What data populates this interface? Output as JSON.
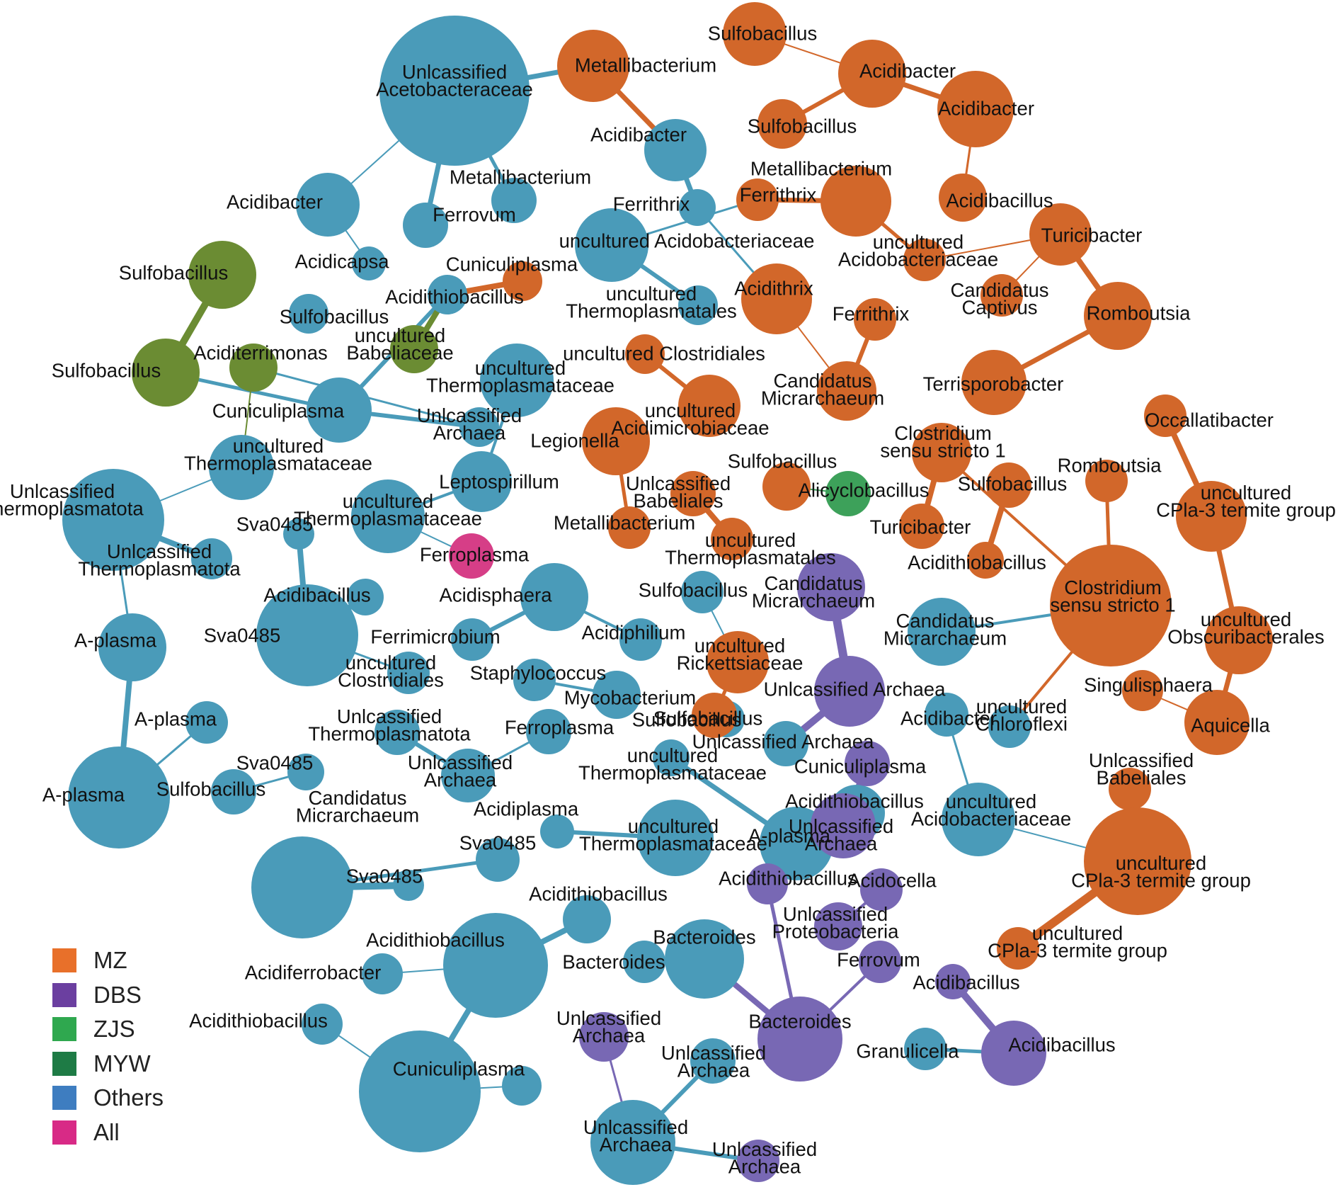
{
  "groups": {
    "MZ": {
      "label": "MZ",
      "color": "#D2672A"
    },
    "DBS": {
      "label": "DBS",
      "color": "#7868B4"
    },
    "ZJS": {
      "label": "ZJS",
      "color": "#3DA15A"
    },
    "MYW": {
      "label": "MYW",
      "color": "#6B8C33"
    },
    "Others": {
      "label": "Others",
      "color": "#4A9BB9"
    },
    "All": {
      "label": "All",
      "color": "#D63E87"
    }
  },
  "legend": [
    {
      "label": "MZ",
      "color": "#E8702A"
    },
    {
      "label": "DBS",
      "color": "#6B3FA0"
    },
    {
      "label": "ZJS",
      "color": "#2FA84F"
    },
    {
      "label": "MYW",
      "color": "#1E7B45"
    },
    {
      "label": "Others",
      "color": "#3E7DC0"
    },
    {
      "label": "All",
      "color": "#D82A86"
    }
  ],
  "nodes": [
    {
      "id": "o1",
      "group": "Others",
      "label": [
        "Unlcassified",
        "Acetobacteraceae"
      ]
    },
    {
      "id": "o2",
      "group": "Others",
      "label": [
        "Acidibacter"
      ]
    },
    {
      "id": "o3",
      "group": "Others",
      "label": [
        "Metallibacterium"
      ]
    },
    {
      "id": "o4",
      "group": "Others",
      "label": [
        "Acidibacter"
      ]
    },
    {
      "id": "o5",
      "group": "Others",
      "label": [
        "Ferrovum"
      ]
    },
    {
      "id": "o6",
      "group": "Others",
      "label": [
        "Acidicapsa"
      ]
    },
    {
      "id": "o7",
      "group": "Others",
      "label": [
        "Ferrithrix"
      ]
    },
    {
      "id": "o8",
      "group": "Others",
      "label": [
        "uncultured Acidobacteriaceae"
      ]
    },
    {
      "id": "o9",
      "group": "Others",
      "label": [
        "uncultured",
        "Thermoplasmatales"
      ]
    },
    {
      "id": "o10",
      "group": "Others",
      "label": [
        "Acidithiobacillus"
      ]
    },
    {
      "id": "o11",
      "group": "Others",
      "label": [
        "Sulfobacillus"
      ]
    },
    {
      "id": "o12",
      "group": "Others",
      "label": [
        "uncultured",
        "Thermoplasmataceae"
      ]
    },
    {
      "id": "o13",
      "group": "Others",
      "label": [
        "Cuniculiplasma"
      ]
    },
    {
      "id": "o14",
      "group": "Others",
      "label": [
        "Unlcassified",
        "Archaea"
      ]
    },
    {
      "id": "o15",
      "group": "Others",
      "label": [
        "uncultured",
        "Thermoplasmataceae"
      ]
    },
    {
      "id": "o16",
      "group": "Others",
      "label": [
        "Unlcassified",
        "Thermoplasmatota"
      ]
    },
    {
      "id": "o17",
      "group": "Others",
      "label": [
        "Unlcassified",
        "Thermoplasmatota"
      ]
    },
    {
      "id": "o18",
      "group": "Others",
      "label": [
        "Leptospirillum"
      ]
    },
    {
      "id": "o19",
      "group": "Others",
      "label": [
        "uncultured",
        "Thermoplasmataceae"
      ]
    },
    {
      "id": "o20",
      "group": "Others",
      "label": [
        "Sva0485"
      ]
    },
    {
      "id": "o21",
      "group": "Others",
      "label": [
        "Acidibacillus"
      ]
    },
    {
      "id": "o22",
      "group": "Others",
      "label": [
        "Sva0485"
      ]
    },
    {
      "id": "o23",
      "group": "Others",
      "label": [
        "uncultured",
        "Clostridiales"
      ]
    },
    {
      "id": "o24",
      "group": "Others",
      "label": [
        "A-plasma"
      ]
    },
    {
      "id": "o25",
      "group": "Others",
      "label": [
        "A-plasma"
      ]
    },
    {
      "id": "o26",
      "group": "Others",
      "label": [
        "A-plasma"
      ]
    },
    {
      "id": "o27",
      "group": "Others",
      "label": [
        "Sva0485"
      ]
    },
    {
      "id": "o28",
      "group": "Others",
      "label": [
        "Sulfobacillus"
      ]
    },
    {
      "id": "o29",
      "group": "Others",
      "label": [
        "Acidisphaera"
      ]
    },
    {
      "id": "o30",
      "group": "Others",
      "label": [
        "Ferrimicrobium"
      ]
    },
    {
      "id": "o31",
      "group": "Others",
      "label": [
        "Acidiphilium"
      ]
    },
    {
      "id": "o32",
      "group": "Others",
      "label": [
        "Staphylococcus"
      ]
    },
    {
      "id": "o33",
      "group": "Others",
      "label": [
        "Mycobacterium"
      ]
    },
    {
      "id": "o34",
      "group": "Others",
      "label": [
        "Ferroplasma"
      ]
    },
    {
      "id": "o35",
      "group": "Others",
      "label": [
        "Unlcassified",
        "Thermoplasmatota"
      ]
    },
    {
      "id": "o36",
      "group": "Others",
      "label": [
        "Unlcassified",
        "Archaea"
      ]
    },
    {
      "id": "o37",
      "group": "Others",
      "label": [
        "Candidatus",
        "Micrarchaeum"
      ]
    },
    {
      "id": "o38",
      "group": "Others",
      "label": [
        "Sva0485"
      ]
    },
    {
      "id": "o39",
      "group": "Others",
      "label": [
        "Sva0485"
      ]
    },
    {
      "id": "o40",
      "group": "Others",
      "label": [
        "Acidiplasma"
      ]
    },
    {
      "id": "o41",
      "group": "Others",
      "label": [
        "uncultured",
        "Thermoplasmataceae"
      ]
    },
    {
      "id": "o42",
      "group": "Others",
      "label": [
        "uncultured",
        "Thermoplasmataceae"
      ]
    },
    {
      "id": "o43",
      "group": "Others",
      "label": [
        "A-plasma"
      ]
    },
    {
      "id": "o44",
      "group": "Others",
      "label": [
        "Sulfobacillus"
      ]
    },
    {
      "id": "o45",
      "group": "Others",
      "label": [
        "Sulfobacillus"
      ]
    },
    {
      "id": "o46",
      "group": "Others",
      "label": [
        "Candidatus",
        "Micrarchaeum"
      ]
    },
    {
      "id": "o47",
      "group": "Others",
      "label": [
        "Acidibacter"
      ]
    },
    {
      "id": "o48",
      "group": "Others",
      "label": [
        "uncultured",
        "Chloroflexi"
      ]
    },
    {
      "id": "o49",
      "group": "Others",
      "label": [
        "uncultured",
        "Acidobacteriaceae"
      ]
    },
    {
      "id": "o50",
      "group": "Others",
      "label": [
        "Unlcassified Archaea"
      ]
    },
    {
      "id": "o51",
      "group": "Others",
      "label": [
        "Acidithiobacillus"
      ]
    },
    {
      "id": "o52",
      "group": "Others",
      "label": [
        "Acidithiobacillus"
      ]
    },
    {
      "id": "o53",
      "group": "Others",
      "label": [
        "Acidiferrobacter"
      ]
    },
    {
      "id": "o54",
      "group": "Others",
      "label": [
        "Acidithiobacillus"
      ]
    },
    {
      "id": "o55",
      "group": "Others",
      "label": [
        "Cuniculiplasma"
      ]
    },
    {
      "id": "o56",
      "group": "Others",
      "label": [
        "Acidithiobacillus"
      ]
    },
    {
      "id": "o57",
      "group": "Others",
      "label": []
    },
    {
      "id": "o58",
      "group": "Others",
      "label": [
        "Bacteroides"
      ]
    },
    {
      "id": "o59",
      "group": "Others",
      "label": [
        "Bacteroides"
      ]
    },
    {
      "id": "o60",
      "group": "Others",
      "label": [
        "Unlcassified",
        "Archaea"
      ]
    },
    {
      "id": "o61",
      "group": "Others",
      "label": [
        "Granulicella"
      ]
    },
    {
      "id": "o62",
      "group": "Others",
      "label": [
        "Unlcassified",
        "Archaea"
      ]
    },
    {
      "id": "m1",
      "group": "MZ",
      "label": [
        "Metallibacterium"
      ]
    },
    {
      "id": "m2",
      "group": "MZ",
      "label": [
        "Sulfobacillus"
      ]
    },
    {
      "id": "m3",
      "group": "MZ",
      "label": [
        "Acidibacter"
      ]
    },
    {
      "id": "m4",
      "group": "MZ",
      "label": [
        "Sulfobacillus"
      ]
    },
    {
      "id": "m5",
      "group": "MZ",
      "label": [
        "Acidibacter"
      ]
    },
    {
      "id": "m6",
      "group": "MZ",
      "label": [
        "Acidibacillus"
      ]
    },
    {
      "id": "m7",
      "group": "MZ",
      "label": [
        "Metallibacterium"
      ]
    },
    {
      "id": "m8",
      "group": "MZ",
      "label": [
        "Ferrithrix"
      ]
    },
    {
      "id": "m9",
      "group": "MZ",
      "label": [
        "uncultured",
        "Acidobacteriaceae"
      ]
    },
    {
      "id": "m10",
      "group": "MZ",
      "label": [
        "Turicibacter"
      ]
    },
    {
      "id": "m11",
      "group": "MZ",
      "label": [
        "Candidatus",
        "Captivus"
      ]
    },
    {
      "id": "m12",
      "group": "MZ",
      "label": [
        "Romboutsia"
      ]
    },
    {
      "id": "m13",
      "group": "MZ",
      "label": [
        "Terrisporobacter"
      ]
    },
    {
      "id": "m14",
      "group": "MZ",
      "label": [
        "Cuniculiplasma"
      ]
    },
    {
      "id": "m15",
      "group": "MZ",
      "label": [
        "Acidithrix"
      ]
    },
    {
      "id": "m16",
      "group": "MZ",
      "label": [
        "Ferrithrix"
      ]
    },
    {
      "id": "m17",
      "group": "MZ",
      "label": [
        "Candidatus",
        "Micrarchaeum"
      ]
    },
    {
      "id": "m18",
      "group": "MZ",
      "label": [
        "uncultured Clostridiales"
      ]
    },
    {
      "id": "m19",
      "group": "MZ",
      "label": [
        "uncultured",
        "Acidimicrobiaceae"
      ]
    },
    {
      "id": "m20",
      "group": "MZ",
      "label": [
        "Legionella"
      ]
    },
    {
      "id": "m21",
      "group": "MZ",
      "label": [
        "Metallibacterium"
      ]
    },
    {
      "id": "m22",
      "group": "MZ",
      "label": [
        "Unlcassified",
        "Babeliales"
      ]
    },
    {
      "id": "m23",
      "group": "MZ",
      "label": [
        "uncultured",
        "Thermoplasmatales"
      ]
    },
    {
      "id": "m24",
      "group": "MZ",
      "label": [
        "Sulfobacillus"
      ]
    },
    {
      "id": "m25",
      "group": "MZ",
      "label": [
        "Clostridium",
        "sensu stricto 1"
      ]
    },
    {
      "id": "m26",
      "group": "MZ",
      "label": [
        "Sulfobacillus"
      ]
    },
    {
      "id": "m27",
      "group": "MZ",
      "label": [
        "Turicibacter"
      ]
    },
    {
      "id": "m28",
      "group": "MZ",
      "label": [
        "Acidithiobacillus"
      ]
    },
    {
      "id": "m29",
      "group": "MZ",
      "label": [
        "Romboutsia"
      ]
    },
    {
      "id": "m30",
      "group": "MZ",
      "label": [
        "Occallatibacter"
      ]
    },
    {
      "id": "m31",
      "group": "MZ",
      "label": [
        "uncultured",
        "CPla-3 termite group"
      ]
    },
    {
      "id": "m32",
      "group": "MZ",
      "label": [
        "Clostridium",
        "sensu stricto 1"
      ]
    },
    {
      "id": "m33",
      "group": "MZ",
      "label": [
        "uncultured",
        "Obscuribacterales"
      ]
    },
    {
      "id": "m34",
      "group": "MZ",
      "label": [
        "Singulisphaera"
      ]
    },
    {
      "id": "m35",
      "group": "MZ",
      "label": [
        "Aquicella"
      ]
    },
    {
      "id": "m36",
      "group": "MZ",
      "label": [
        "uncultured",
        "Rickettsiaceae"
      ]
    },
    {
      "id": "m37",
      "group": "MZ",
      "label": [
        "Sulfobacillus"
      ]
    },
    {
      "id": "m38",
      "group": "MZ",
      "label": [
        "Unlcassified",
        "Babeliales"
      ]
    },
    {
      "id": "m39",
      "group": "MZ",
      "label": [
        "uncultured",
        "CPla-3 termite group"
      ]
    },
    {
      "id": "m40",
      "group": "MZ",
      "label": [
        "uncultured",
        "CPla-3 termite group"
      ]
    },
    {
      "id": "d1",
      "group": "DBS",
      "label": [
        "Candidatus",
        "Micrarchaeum"
      ]
    },
    {
      "id": "d2",
      "group": "DBS",
      "label": [
        "Unlcassified Archaea"
      ]
    },
    {
      "id": "d3",
      "group": "DBS",
      "label": [
        "Cuniculiplasma"
      ]
    },
    {
      "id": "d4",
      "group": "DBS",
      "label": [
        "Unlcassified",
        "Archaea"
      ]
    },
    {
      "id": "d5",
      "group": "DBS",
      "label": [
        "Acidithiobacillus"
      ]
    },
    {
      "id": "d6",
      "group": "DBS",
      "label": [
        "Acidocella"
      ]
    },
    {
      "id": "d7",
      "group": "DBS",
      "label": [
        "Unlcassified",
        "Proteobacteria"
      ]
    },
    {
      "id": "d8",
      "group": "DBS",
      "label": [
        "Ferrovum"
      ]
    },
    {
      "id": "d9",
      "group": "DBS",
      "label": [
        "Acidibacillus"
      ]
    },
    {
      "id": "d10",
      "group": "DBS",
      "label": [
        "Bacteroides"
      ]
    },
    {
      "id": "d11",
      "group": "DBS",
      "label": [
        "Acidibacillus"
      ]
    },
    {
      "id": "d12",
      "group": "DBS",
      "label": [
        "Unlcassified",
        "Archaea"
      ]
    },
    {
      "id": "d13",
      "group": "DBS",
      "label": [
        "Unlcassified",
        "Archaea"
      ]
    },
    {
      "id": "g1",
      "group": "MYW",
      "label": [
        "Sulfobacillus"
      ]
    },
    {
      "id": "g2",
      "group": "MYW",
      "label": [
        "Sulfobacillus"
      ]
    },
    {
      "id": "g3",
      "group": "MYW",
      "label": [
        "Aciditerrimonas"
      ]
    },
    {
      "id": "g4",
      "group": "MYW",
      "label": [
        "uncultured",
        "Babeliaceae"
      ]
    },
    {
      "id": "z1",
      "group": "ZJS",
      "label": [
        "Alicyclobacillus"
      ]
    },
    {
      "id": "a1",
      "group": "All",
      "label": [
        "Ferroplasma"
      ]
    }
  ]
}
